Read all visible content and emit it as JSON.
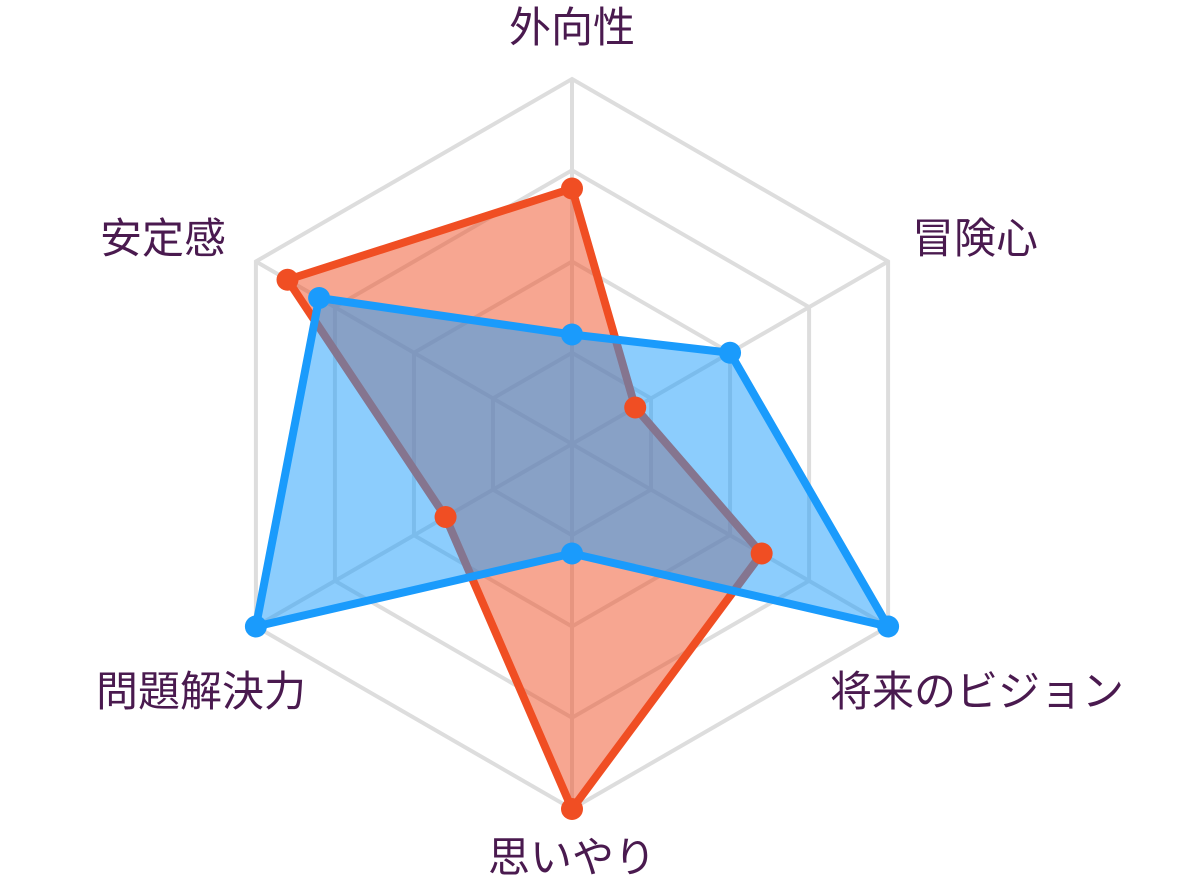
{
  "chart_data": {
    "type": "radar",
    "axes": [
      "外向性",
      "冒険心",
      "将来のビジョン",
      "思いやり",
      "問題解決力",
      "安定感"
    ],
    "range": [
      0,
      100
    ],
    "rings": 4,
    "grid": true,
    "series": [
      {
        "name": "series-red",
        "values": [
          70,
          20,
          60,
          100,
          40,
          90
        ],
        "stroke": "#f04e23",
        "fill": "#f04e23"
      },
      {
        "name": "series-blue",
        "values": [
          30,
          50,
          100,
          30,
          100,
          80
        ],
        "stroke": "#1a9bfc",
        "fill": "#1a9bfc"
      }
    ],
    "grid_color": "#dddddd"
  }
}
